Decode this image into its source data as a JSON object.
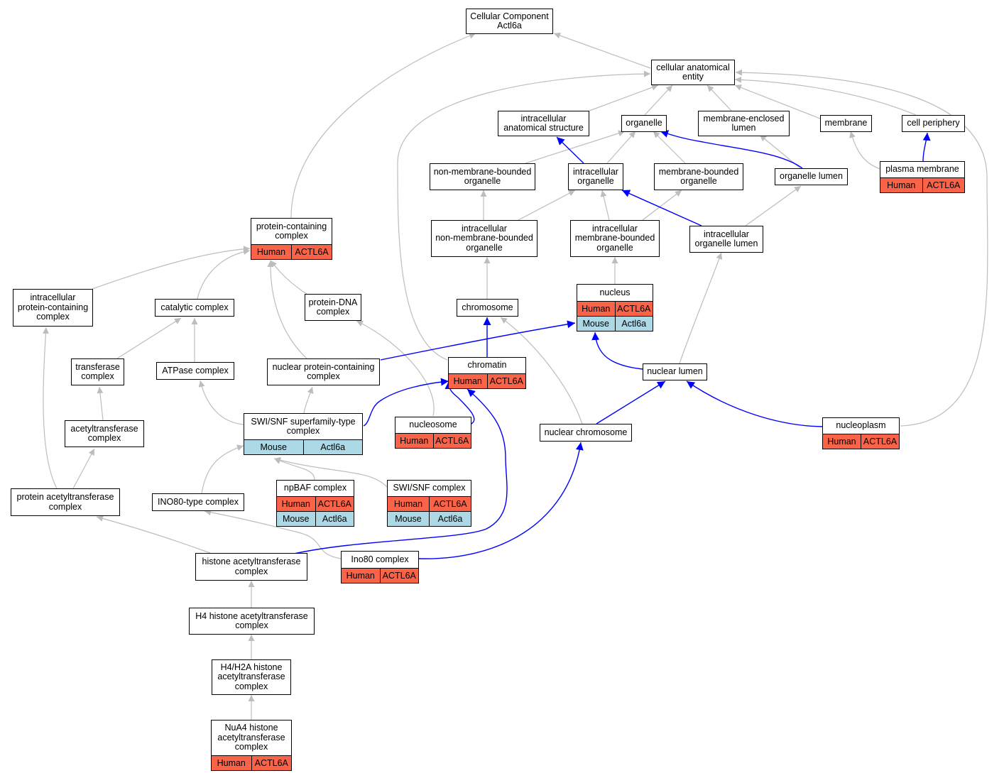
{
  "colors": {
    "grey_edge": "#bdbdbd",
    "blue_edge": "#0000ff",
    "human_bg": "#fa6348",
    "mouse_bg": "#add8e6"
  },
  "nodes": {
    "cc": {
      "label": "Cellular Component\nActl6a"
    },
    "cae": {
      "label": "cellular anatomical\nentity"
    },
    "ias": {
      "label": "intracellular\nanatomical structure"
    },
    "org": {
      "label": "organelle"
    },
    "mel": {
      "label": "membrane-enclosed\nlumen"
    },
    "mem": {
      "label": "membrane"
    },
    "cper": {
      "label": "cell periphery"
    },
    "nmbo": {
      "label": "non-membrane-bounded\norganelle"
    },
    "iorg": {
      "label": "intracellular\norganelle"
    },
    "mbo": {
      "label": "membrane-bounded\norganelle"
    },
    "olum": {
      "label": "organelle lumen"
    },
    "pm": {
      "label": "plasma membrane",
      "ann": [
        [
          "Human",
          "ACTL6A"
        ]
      ]
    },
    "pcc": {
      "label": "protein-containing\ncomplex",
      "ann": [
        [
          "Human",
          "ACTL6A"
        ]
      ]
    },
    "inmbo": {
      "label": "intracellular\nnon-membrane-bounded\norganelle"
    },
    "imbo": {
      "label": "intracellular\nmembrane-bounded\norganelle"
    },
    "iol": {
      "label": "intracellular\norganelle lumen"
    },
    "ipcc": {
      "label": "intracellular\nprotein-containing\ncomplex"
    },
    "catc": {
      "label": "catalytic complex"
    },
    "pdna": {
      "label": "protein-DNA\ncomplex"
    },
    "chrom": {
      "label": "chromosome"
    },
    "nuc": {
      "label": "nucleus",
      "ann": [
        [
          "Human",
          "ACTL6A"
        ],
        [
          "Mouse",
          "Actl6a"
        ]
      ]
    },
    "trc": {
      "label": "transferase\ncomplex"
    },
    "atp": {
      "label": "ATPase complex"
    },
    "npcc": {
      "label": "nuclear protein-containing\ncomplex"
    },
    "chrt": {
      "label": "chromatin",
      "ann": [
        [
          "Human",
          "ACTL6A"
        ]
      ]
    },
    "nlum": {
      "label": "nuclear lumen"
    },
    "swisnf": {
      "label": "SWI/SNF superfamily-type\ncomplex",
      "ann": [
        [
          "Mouse",
          "Actl6a"
        ]
      ]
    },
    "nucl": {
      "label": "nucleosome",
      "ann": [
        [
          "Human",
          "ACTL6A"
        ]
      ]
    },
    "nchr": {
      "label": "nuclear chromosome"
    },
    "npl": {
      "label": "nucleoplasm",
      "ann": [
        [
          "Human",
          "ACTL6A"
        ]
      ]
    },
    "actc": {
      "label": "acetyltransferase\ncomplex"
    },
    "npbaf": {
      "label": "npBAF complex",
      "ann": [
        [
          "Human",
          "ACTL6A"
        ],
        [
          "Mouse",
          "Actl6a"
        ]
      ]
    },
    "swi": {
      "label": "SWI/SNF complex",
      "ann": [
        [
          "Human",
          "ACTL6A"
        ],
        [
          "Mouse",
          "Actl6a"
        ]
      ]
    },
    "pat": {
      "label": "protein acetyltransferase\ncomplex"
    },
    "ino80t": {
      "label": "INO80-type complex"
    },
    "hat": {
      "label": "histone acetyltransferase\ncomplex"
    },
    "ino80": {
      "label": "Ino80 complex",
      "ann": [
        [
          "Human",
          "ACTL6A"
        ]
      ]
    },
    "h4": {
      "label": "H4 histone acetyltransferase\ncomplex"
    },
    "h4h2a": {
      "label": "H4/H2A histone\nacetyltransferase\ncomplex"
    },
    "nua4": {
      "label": "NuA4 histone\nacetyltransferase\ncomplex",
      "ann": [
        [
          "Human",
          "ACTL6A"
        ]
      ]
    }
  }
}
